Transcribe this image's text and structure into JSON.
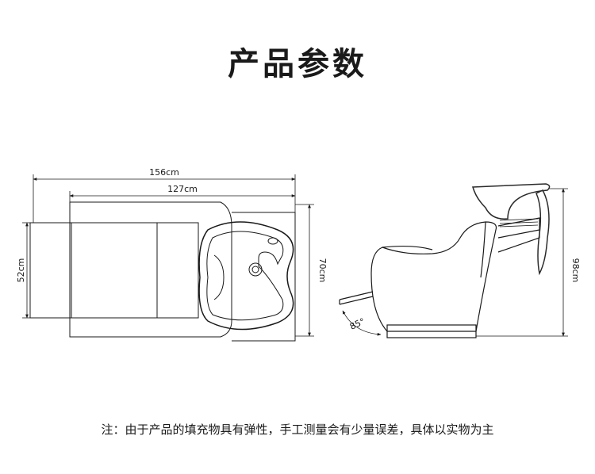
{
  "page": {
    "title": "产品参数",
    "note": "注：由于产品的填充物具有弹性，手工测量会有少量误差，具体以实物为主"
  },
  "top_view": {
    "overall_length": "156cm",
    "seat_length": "127cm",
    "seat_width": "52cm",
    "overall_width": "70cm"
  },
  "side_view": {
    "height": "98cm",
    "recline_angle": "85°"
  },
  "colors": {
    "line": "#1a1a1a",
    "basin": "#2a2a2a",
    "text": "#1a1a1a"
  }
}
